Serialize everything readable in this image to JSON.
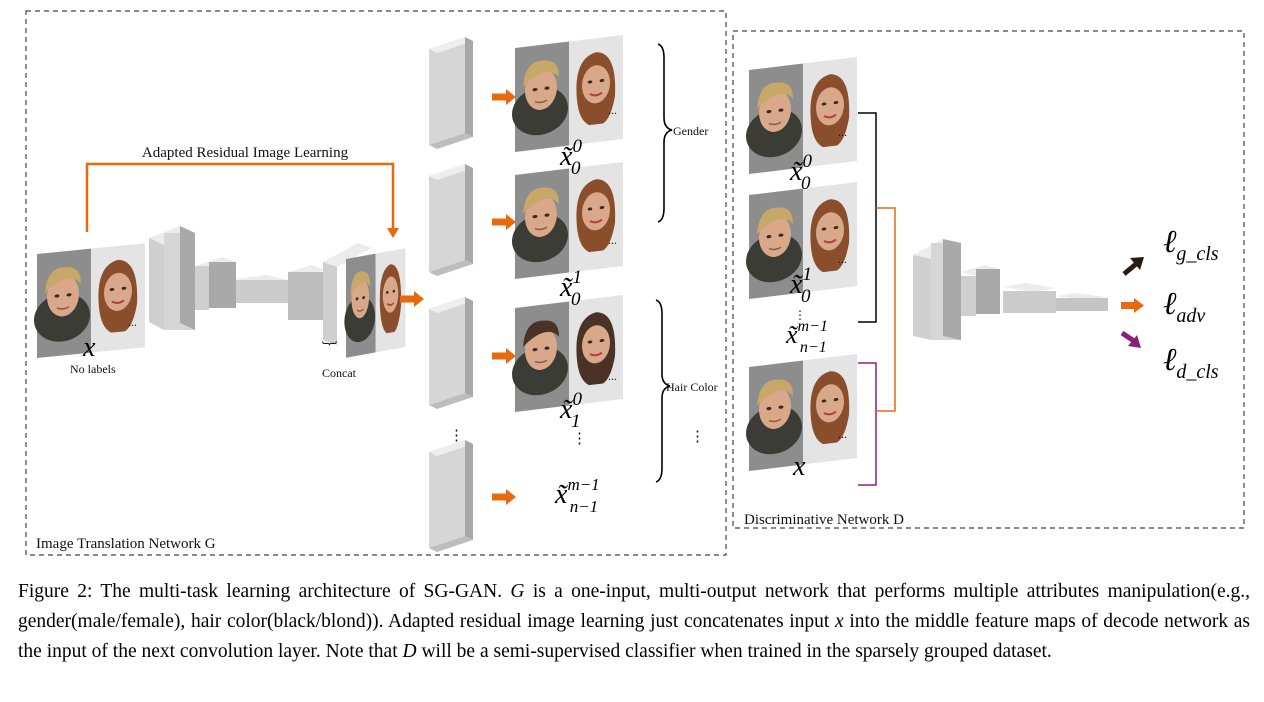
{
  "generator_panel": {
    "label": "Image Translation Network G"
  },
  "discriminator_panel": {
    "label": "Discriminative Network D"
  },
  "residual_label": "Adapted Residual Image Learning",
  "input": {
    "symbol": "x",
    "note": "No labels"
  },
  "concat_label": "Concat",
  "group_labels": {
    "gender": "Gender",
    "hair_color": "Hair Color"
  },
  "outputs": [
    {
      "base": "x̃",
      "sup": "0",
      "sub": "0"
    },
    {
      "base": "x̃",
      "sup": "1",
      "sub": "0"
    },
    {
      "base": "x̃",
      "sup": "0",
      "sub": "1"
    },
    {
      "base": "x̃",
      "sup": "m−1",
      "sub": "n−1"
    }
  ],
  "discriminator_inputs": [
    {
      "base": "x̃",
      "sup": "0",
      "sub": "0"
    },
    {
      "base": "x̃",
      "sup": "1",
      "sub": "0"
    },
    {
      "base": "x̃",
      "sup": "m−1",
      "sub": "n−1"
    },
    {
      "base": "x",
      "sup": "",
      "sub": ""
    }
  ],
  "losses": [
    {
      "base": "ℓ",
      "sub": "g_cls",
      "arrow_color": "#2a1a12"
    },
    {
      "base": "ℓ",
      "sub": "adv",
      "arrow_color": "#e8690e"
    },
    {
      "base": "ℓ",
      "sub": "d_cls",
      "arrow_color": "#8a1f7a"
    }
  ],
  "ellipsis": "⋮",
  "dots": "...",
  "colors": {
    "orange": "#e8690e",
    "purple": "#8a1f7a",
    "block_front": "#d3d3d3",
    "block_side": "#a9a9a9",
    "block_top": "#ececec"
  },
  "caption": {
    "lead": "Figure 2: The multi-task learning architecture of SG-GAN. ",
    "g": "G",
    "part1": " is a one-input, multi-output network that performs multiple attributes manipulation(e.g., gender(male/female), hair color(black/blond)). Adapted residual image learning just concatenates input ",
    "x": "x",
    "part2": " into the middle feature maps of decode network as the input of the next convolution layer. Note that ",
    "d": "D",
    "part3": " will be a semi-supervised classifier when trained in the sparsely grouped dataset."
  }
}
